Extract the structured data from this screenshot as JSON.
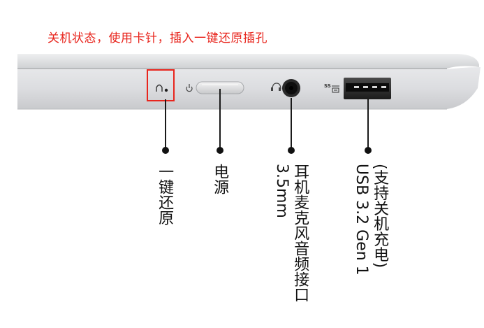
{
  "instruction": "关机状态，使用卡针，插入一键还原插孔",
  "ports": [
    {
      "id": "reset",
      "label": "一键还原",
      "icon": "one-key-recovery-icon"
    },
    {
      "id": "power",
      "label": "电源",
      "icon": "power-icon"
    },
    {
      "id": "audio",
      "label_line1": "耳机麦克风音频接口",
      "label_line2": "3.5mm",
      "icon": "headset-icon"
    },
    {
      "id": "usb",
      "label_line1": "(支持关机充电)",
      "label_line2": "USB 3.2 Gen 1",
      "icon": "usb-superspeed-icon"
    }
  ],
  "colors": {
    "highlight": "#e8251d",
    "laptop_body": "#d9dadc",
    "text": "#111111"
  }
}
